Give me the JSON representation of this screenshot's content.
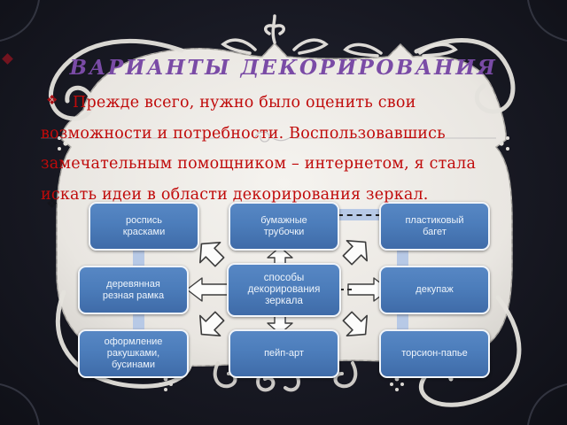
{
  "slide": {
    "title": "ВАРИАНТЫ ДЕКОРИРОВАНИЯ",
    "bullet_symbol": "❖",
    "paragraph_lines": [
      "Прежде всего, нужно было оценить свои",
      "возможности и потребности. Воспользовавшись",
      "замечательным помощником – интернетом, я стала",
      "искать идеи в области декорирования зеркал."
    ]
  },
  "diagram": {
    "center": {
      "label": "способы\nдекорирования\nзеркала"
    },
    "nodes": [
      {
        "id": "paint",
        "label": "роспись\nкрасками"
      },
      {
        "id": "tubes",
        "label": "бумажные\nтрубочки"
      },
      {
        "id": "baguette",
        "label": "пластиковый\nбагет"
      },
      {
        "id": "frame",
        "label": "деревянная\nрезная рамка"
      },
      {
        "id": "decoupage",
        "label": "декупаж"
      },
      {
        "id": "shells",
        "label": "оформление\nракушками,\nбусинами"
      },
      {
        "id": "peipart",
        "label": "пейп-арт"
      },
      {
        "id": "torsion",
        "label": "торсион-папье"
      }
    ]
  },
  "colors": {
    "accent_blue": "#4c7dbb",
    "connector_blue": "#b7c9e6",
    "title_purple": "#7a4ba6",
    "body_red": "#c00a0a",
    "panel_ivory": "#eeebe7",
    "frame_dark": "#161721",
    "box_text": "#eef4fb"
  }
}
